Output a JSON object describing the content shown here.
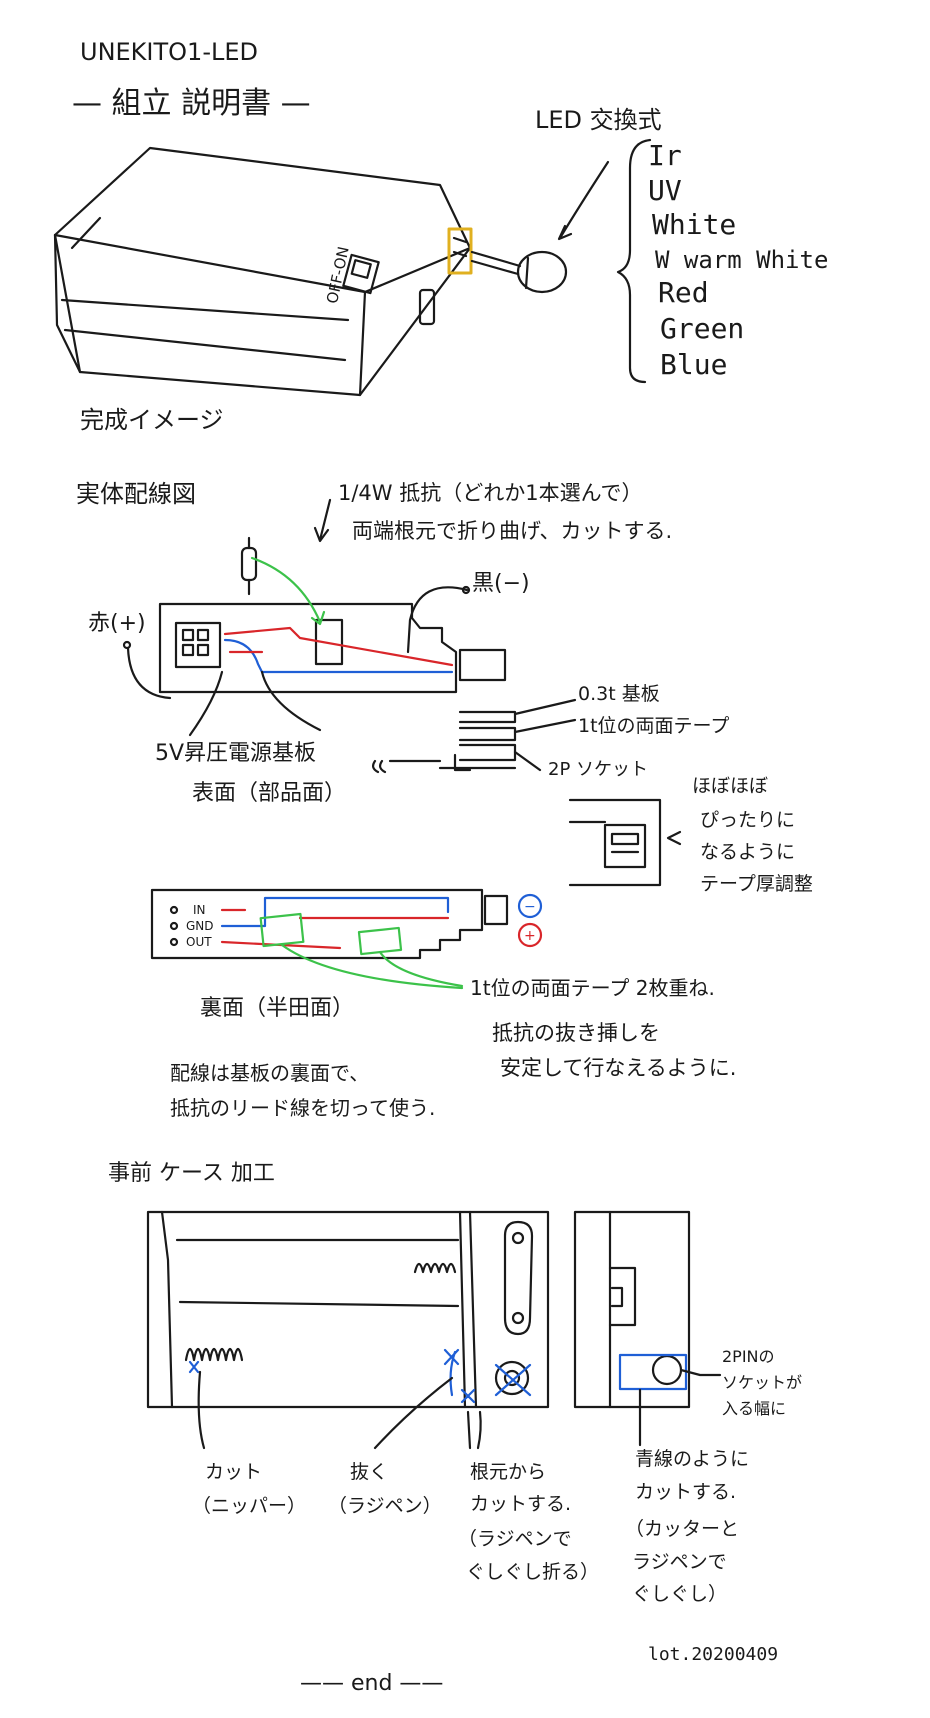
{
  "header": {
    "product_name": "UNEKITO1-LED",
    "doc_title": "— 組立 説明書 —"
  },
  "led_section": {
    "heading": "LED 交換式",
    "options": [
      "Ir",
      "UV",
      "White",
      "W warm White",
      "Red",
      "Green",
      "Blue"
    ]
  },
  "finished_image": {
    "caption": "完成イメージ",
    "switch_label": "OFF-ON"
  },
  "wiring": {
    "title": "実体配線図",
    "resistor_note_1": "1/4W 抵抗（どれか1本選んで）",
    "resistor_note_2": "両端根元で折り曲げ、カットする.",
    "black_label": "黒(−)",
    "red_label": "赤(+)",
    "board_label_1": "5V昇圧電源基板",
    "board_label_2": "表面（部品面）",
    "layer_1": "0.3t 基板",
    "layer_2": "1t位の両面テープ",
    "layer_3": "2P ソケット",
    "fit_note_1": "ほぼほぼ",
    "fit_note_2": "ぴったりに",
    "fit_note_3": "なるように",
    "fit_note_4": "テープ厚調整",
    "pin_in": "IN",
    "pin_gnd": "GND",
    "pin_out": "OUT",
    "minus_mark": "−",
    "plus_mark": "+",
    "back_label": "裏面（半田面）",
    "tape_note": "1t位の両面テープ 2枚重ね.",
    "stability_note_1": "抵抗の抜き挿しを",
    "stability_note_2": "安定して行なえるように.",
    "lead_note_1": "配線は基板の裏面で、",
    "lead_note_2": "抵抗のリード線を切って使う."
  },
  "case_work": {
    "title": "事前 ケース 加工",
    "cut_label_1": "カット",
    "cut_label_2": "（ニッパー）",
    "pull_label_1": "抜く",
    "pull_label_2": "（ラジペン）",
    "root_label_1": "根元から",
    "root_label_2": "カットする.",
    "root_label_3": "（ラジペンで",
    "root_label_4": "ぐしぐし折る）",
    "socket_note_1": "2PINの",
    "socket_note_2": "ソケットが",
    "socket_note_3": "入る幅に",
    "blue_note_1": "青線のように",
    "blue_note_2": "カットする.",
    "blue_note_3": "（カッターと",
    "blue_note_4": "ラジペンで",
    "blue_note_5": "ぐしぐし）"
  },
  "footer": {
    "end_text": "—— end ——",
    "lot": "lot.20200409"
  },
  "colors": {
    "ink": "#1a1a1a",
    "wire_red": "#d9262a",
    "wire_blue": "#1f5fd6",
    "tape_green": "#3cc24a",
    "led_frame": "#e0b020"
  }
}
